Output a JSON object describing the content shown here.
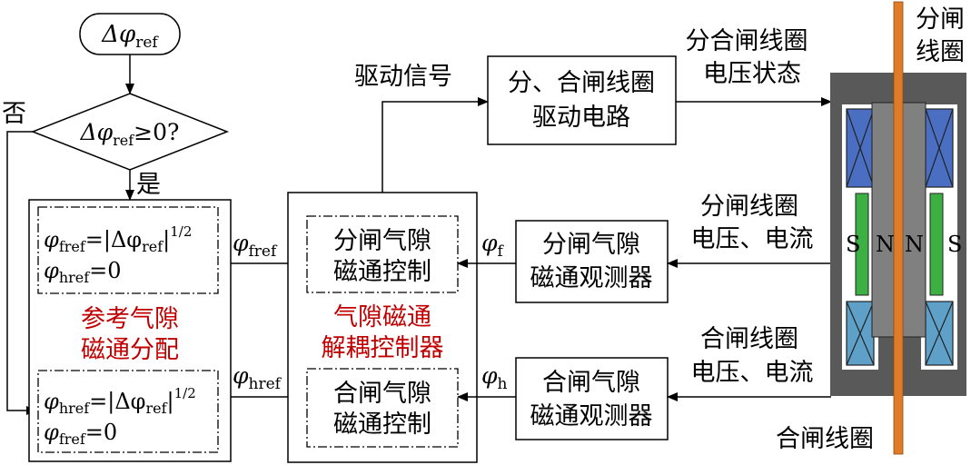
{
  "flow": {
    "start_symbol": "Δφ",
    "start_sub": "ref",
    "decision_symbol": "Δφ",
    "decision_sub": "ref",
    "decision_cond": "≥0?",
    "no_label": "否",
    "yes_label": "是"
  },
  "alloc": {
    "eq1": {
      "lhs": "φ",
      "lhs_sub": "fref",
      "mid": "=|Δφ",
      "mid_sub": "ref",
      "tail": "|",
      "sup": "1/2"
    },
    "eq2": {
      "lhs": "φ",
      "lhs_sub": "href",
      "rhs": "=0"
    },
    "title_line1": "参考气隙",
    "title_line2": "磁通分配",
    "eq3": {
      "lhs": "φ",
      "lhs_sub": "href",
      "mid": "=|Δφ",
      "mid_sub": "ref",
      "tail": "|",
      "sup": "1/2"
    },
    "eq4": {
      "lhs": "φ",
      "lhs_sub": "fref",
      "rhs": "=0"
    }
  },
  "signals": {
    "phi_fref": "φ",
    "phi_fref_sub": "fref",
    "phi_href": "φ",
    "phi_href_sub": "href",
    "phi_f": "φ",
    "phi_f_sub": "f",
    "phi_h": "φ",
    "phi_h_sub": "h"
  },
  "controller": {
    "open_ctrl_line1": "分闸气隙",
    "open_ctrl_line2": "磁通控制",
    "title_line1": "气隙磁通",
    "title_line2": "解耦控制器",
    "close_ctrl_line1": "合闸气隙",
    "close_ctrl_line2": "磁通控制"
  },
  "drive": {
    "signal_label": "驱动信号",
    "line1": "分、合闸线圈",
    "line2": "驱动电路",
    "state_line1": "分合闸线圈",
    "state_line2": "电压状态"
  },
  "observers": {
    "open_line1": "分闸气隙",
    "open_line2": "磁通观测器",
    "close_line1": "合闸气隙",
    "close_line2": "磁通观测器",
    "open_meas_line1": "分闸线圈",
    "open_meas_line2": "电压、电流",
    "close_meas_line1": "合闸线圈",
    "close_meas_line2": "电压、电流"
  },
  "actuator": {
    "open_coil_line1": "分闸",
    "open_coil_line2": "线圈",
    "close_coil": "合闸线圈",
    "pole_s_left": "S",
    "pole_n_left": "N",
    "pole_n_right": "N",
    "pole_s_right": "S",
    "colors": {
      "body": "#595959",
      "armature": "#808080",
      "rod": "#e07b28",
      "coil_top": "#4a6fc2",
      "coil_bottom": "#5ea0c8",
      "magnet": "#3cb043"
    }
  }
}
